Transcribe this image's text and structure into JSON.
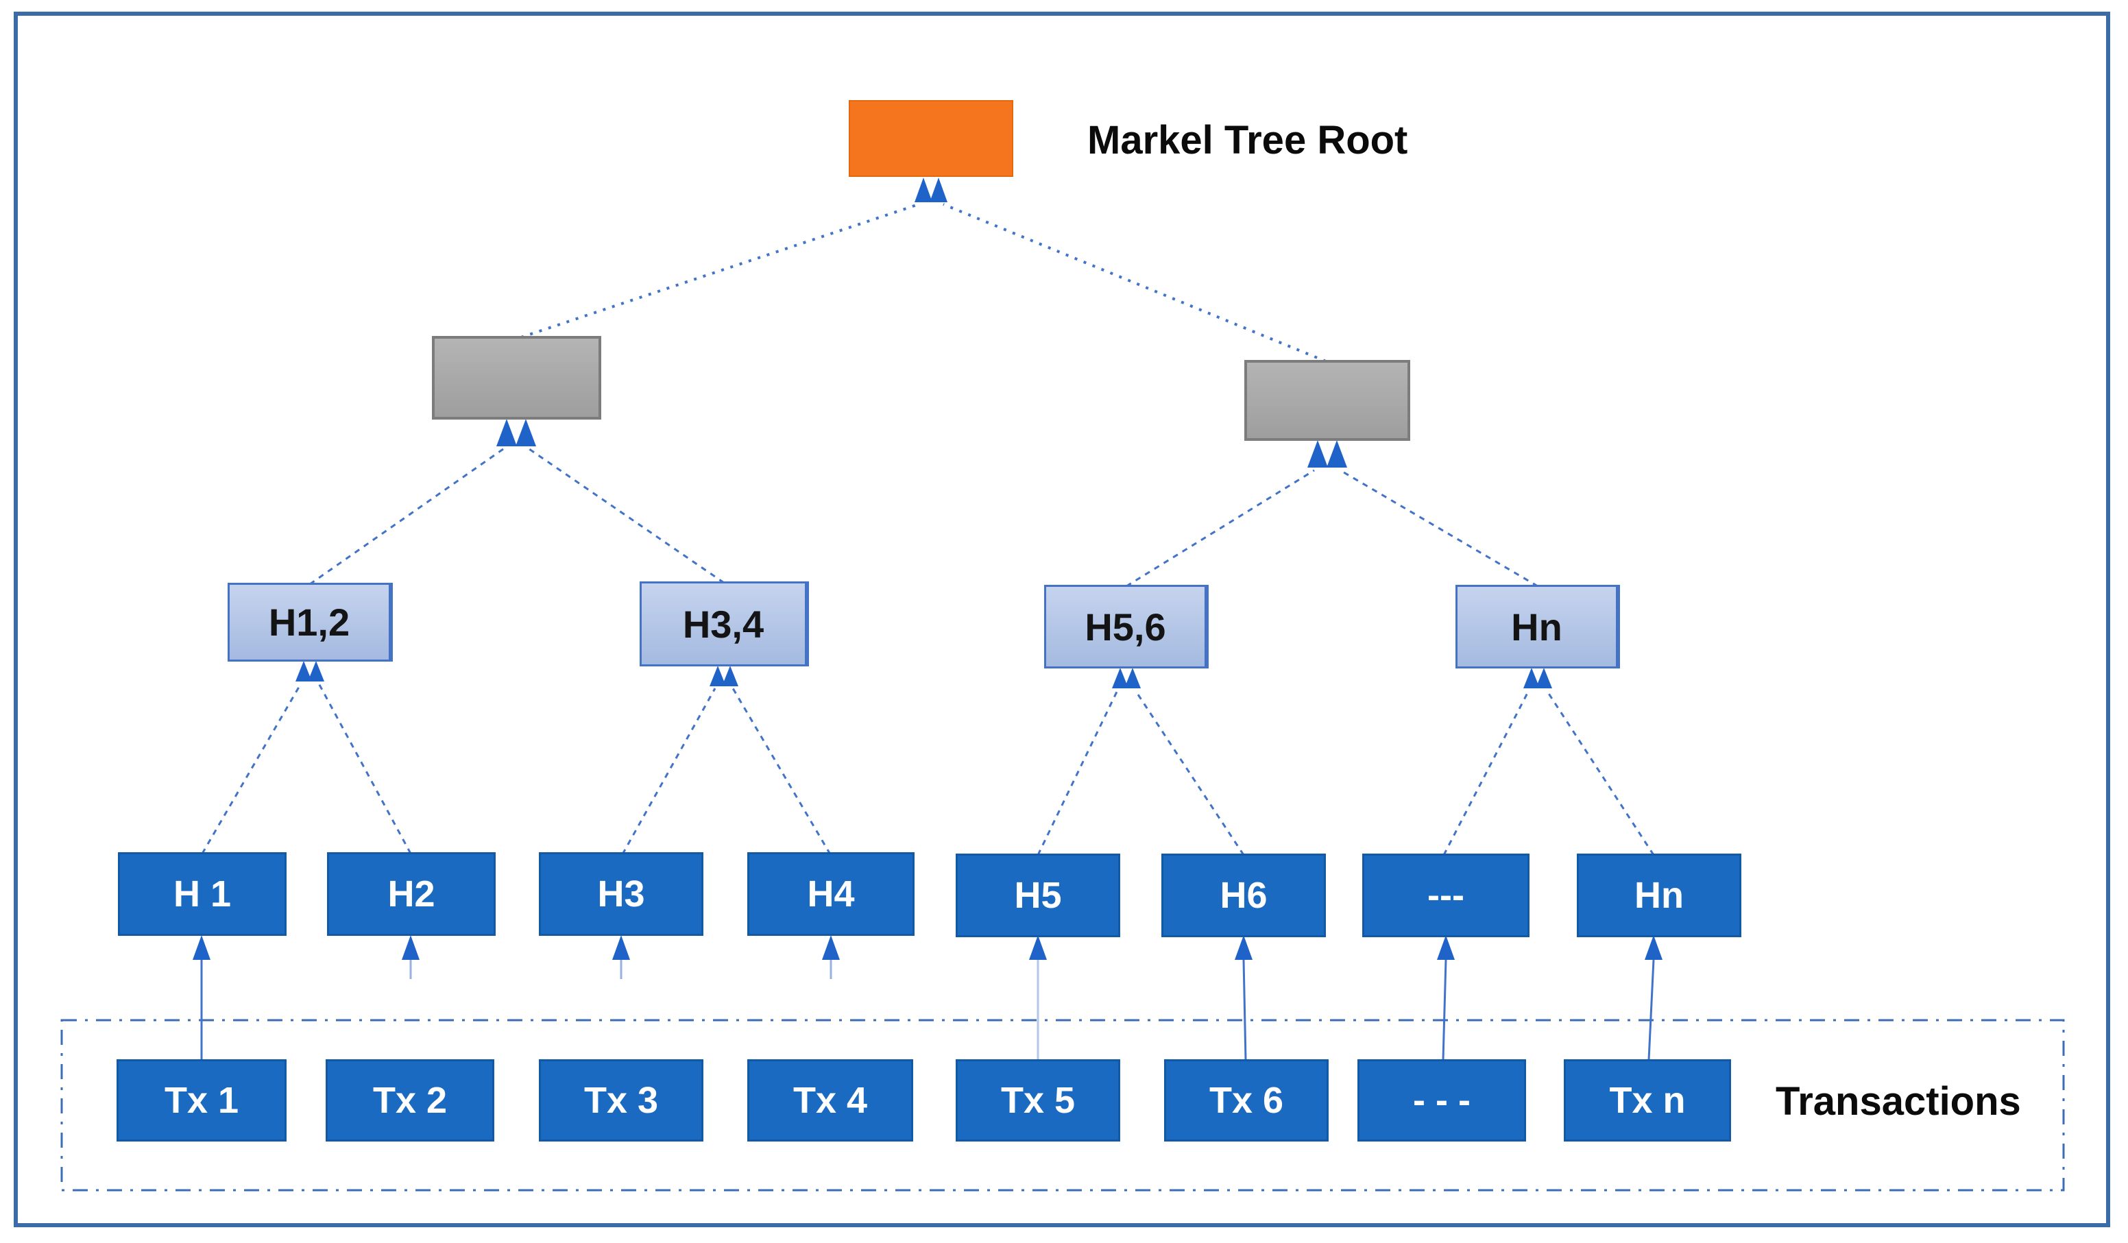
{
  "diagram": {
    "root_label": "Markel Tree Root",
    "transactions_label": "Transactions",
    "nodes": {
      "root": "",
      "l2_left": "",
      "l2_right": "",
      "l3": [
        "H1,2",
        "H3,4",
        "H5,6",
        "Hn"
      ],
      "l4": [
        "H 1",
        "H2",
        "H3",
        "H4",
        "H5",
        "H6",
        "---",
        "Hn"
      ],
      "tx": [
        "Tx 1",
        "Tx 2",
        "Tx 3",
        "Tx 4",
        "Tx 5",
        "Tx 6",
        "- - -",
        "Tx n"
      ]
    },
    "colors": {
      "root": "#F5751E",
      "intermediate": "#A9A9A9",
      "pair_hash": "#B7C7E8",
      "leaf_hash": "#1B6AC1",
      "connector": "#4273C8",
      "arrow": "#1F63C8",
      "frame": "#3C6CA8",
      "dashed_border": "#3D6EB5"
    }
  }
}
